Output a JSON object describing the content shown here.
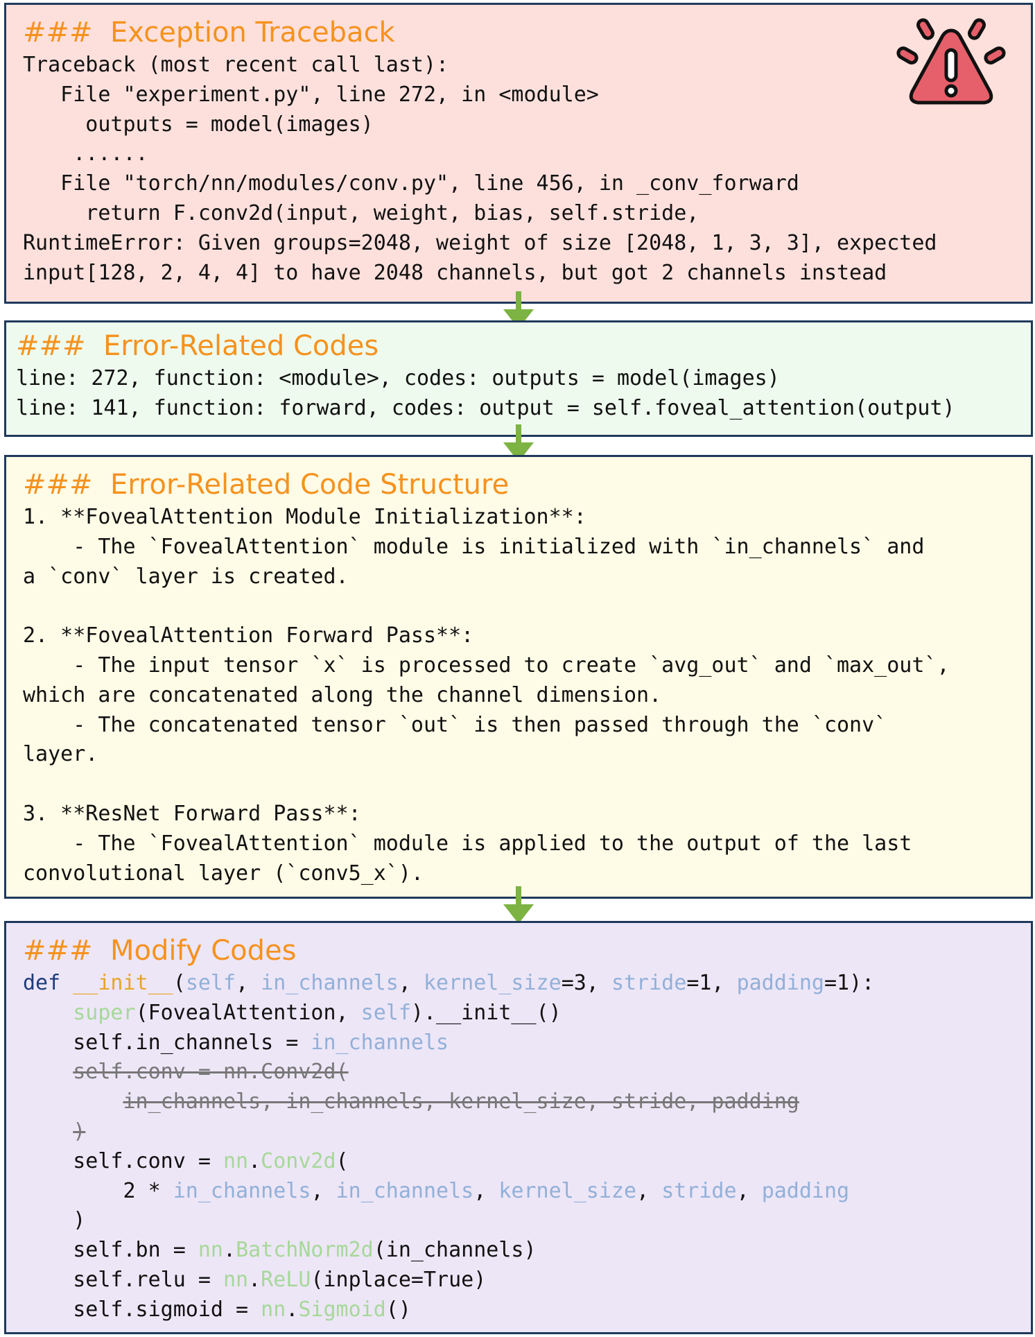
{
  "panel1": {
    "title": "###  Exception Traceback",
    "lines": [
      "Traceback (most recent call last):",
      "   File \"experiment.py\", line 272, in <module>",
      "     outputs = model(images)",
      "    ......",
      "   File \"torch/nn/modules/conv.py\", line 456, in _conv_forward",
      "     return F.conv2d(input, weight, bias, self.stride,",
      "RuntimeError: Given groups=2048, weight of size [2048, 1, 3, 3], expected",
      "input[128, 2, 4, 4] to have 2048 channels, but got 2 channels instead"
    ]
  },
  "panel2": {
    "title": "###  Error-Related Codes",
    "lines": [
      "line: 272, function: <module>, codes: outputs = model(images)",
      "line: 141, function: forward, codes: output = self.foveal_attention(output)"
    ]
  },
  "panel3": {
    "title": "###  Error-Related Code Structure",
    "lines": [
      "1. **FovealAttention Module Initialization**:",
      "    - The `FovealAttention` module is initialized with `in_channels` and",
      "a `conv` layer is created.",
      "",
      "2. **FovealAttention Forward Pass**:",
      "    - The input tensor `x` is processed to create `avg_out` and `max_out`,",
      "which are concatenated along the channel dimension.",
      "    - The concatenated tensor `out` is then passed through the `conv`",
      "layer.",
      "",
      "3. **ResNet Forward Pass**:",
      "    - The `FovealAttention` module is applied to the output of the last",
      "convolutional layer (`conv5_x`)."
    ]
  },
  "panel4": {
    "title": "###  Modify Codes",
    "code": {
      "l1": [
        "def",
        " ",
        "__init__",
        "(",
        "self",
        ", ",
        "in_channels",
        ", ",
        "kernel_size",
        "=3, ",
        "stride",
        "=1, ",
        "padding",
        "=1):"
      ],
      "l2": [
        "    ",
        "super",
        "(FovealAttention, ",
        "self",
        ").__init__()"
      ],
      "l3": [
        "    self.in_channels = ",
        "in_channels"
      ],
      "l4": [
        "    ",
        "self.conv = nn.Conv2d("
      ],
      "l5": [
        "        ",
        "in_channels, in_channels, kernel_size, stride, padding"
      ],
      "l6": [
        "    ",
        ")"
      ],
      "l7": [
        "    self.conv = ",
        "nn",
        ".",
        "Conv2d",
        "("
      ],
      "l8": [
        "        2 * ",
        "in_channels",
        ", ",
        "in_channels",
        ", ",
        "kernel_size",
        ", ",
        "stride",
        ", ",
        "padding"
      ],
      "l9": [
        "    )"
      ],
      "l10": [
        "    self.bn = ",
        "nn",
        ".",
        "BatchNorm2d",
        "(in_channels)"
      ],
      "l11": [
        "    self.relu = ",
        "nn",
        ".",
        "ReLU",
        "(inplace=True)"
      ],
      "l12": [
        "    self.sigmoid = ",
        "nn",
        ".",
        "Sigmoid",
        "()"
      ]
    }
  },
  "colors": {
    "panel1_bg": "#fde0dc",
    "panel2_bg": "#eefaee",
    "panel3_bg": "#fefbe6",
    "panel4_bg": "#ede6f7",
    "border": "#1f3a5c",
    "title": "#f5921e",
    "arrow": "#7cb342",
    "warning": "#e5606a"
  },
  "icons": [
    "warning-triangle-icon",
    "down-arrow-icon"
  ]
}
